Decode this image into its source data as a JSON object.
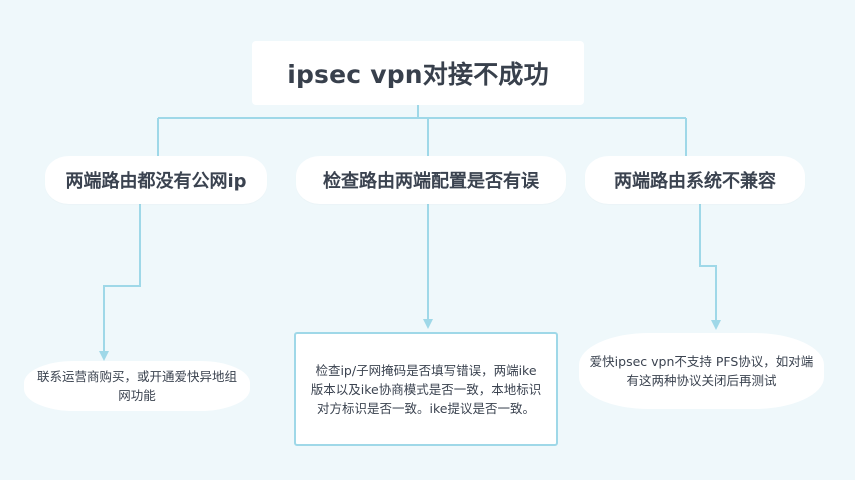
{
  "root": {
    "label": "ipsec vpn对接不成功"
  },
  "categories": [
    {
      "label": "两端路由都没有公网ip"
    },
    {
      "label": "检查路由两端配置是否有误"
    },
    {
      "label": "两端路由系统不兼容"
    }
  ],
  "leaves": [
    {
      "text": "联系运营商购买，或开通爱快异地组网功能"
    },
    {
      "text": "检查ip/子网掩码是否填写错误，两端ike版本以及ike协商模式是否一致，本地标识对方标识是否一致。ike提议是否一致。"
    },
    {
      "text": "爱快ipsec vpn不支持 PFS协议，如对端有这两种协议关闭后再测试"
    }
  ],
  "colors": {
    "background": "#eff8fb",
    "node_fill": "#ffffff",
    "connector": "#9fd8e8",
    "text": "#3c4452"
  }
}
